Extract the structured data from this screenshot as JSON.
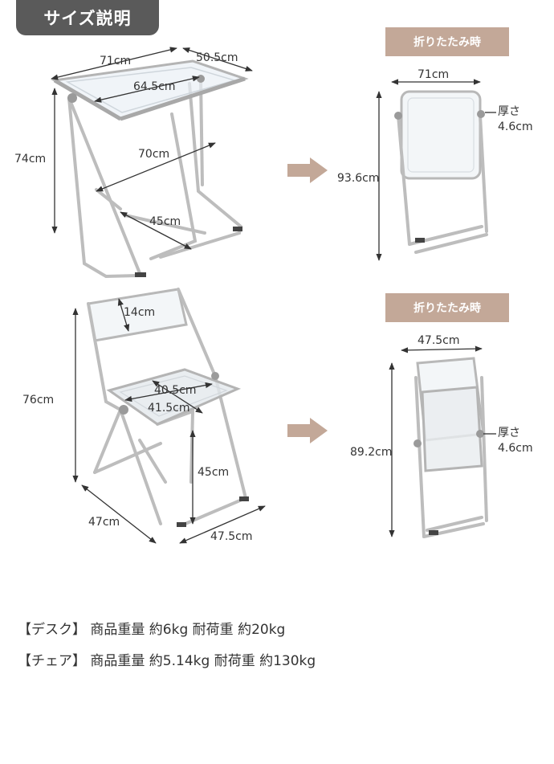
{
  "header": {
    "title": "サイズ説明"
  },
  "badges": {
    "desk_folded": "折りたたみ時",
    "chair_folded": "折りたたみ時"
  },
  "desk": {
    "width": "71cm",
    "depth": "50.5cm",
    "inner_width": "64.5cm",
    "height": "74cm",
    "leg_span": "70cm",
    "foot_span": "45cm",
    "folded_width": "71cm",
    "folded_height": "93.6cm",
    "folded_thickness_label": "厚さ",
    "folded_thickness": "4.6cm"
  },
  "chair": {
    "back_height": "14cm",
    "height": "76cm",
    "seat_width": "40.5cm",
    "seat_depth": "41.5cm",
    "seat_height": "45cm",
    "depth": "47cm",
    "width": "47.5cm",
    "folded_width": "47.5cm",
    "folded_height": "89.2cm",
    "folded_thickness_label": "厚さ",
    "folded_thickness": "4.6cm"
  },
  "specs": {
    "desk": "【デスク】 商品重量 約6kg 耐荷重 約20kg",
    "chair": "【チェア】 商品重量 約5.14kg 耐荷重 約130kg"
  },
  "colors": {
    "tab": "#5a5a5a",
    "badge": "#c3a898",
    "arrow": "#c3a898",
    "metal": "#b8b8b8"
  }
}
